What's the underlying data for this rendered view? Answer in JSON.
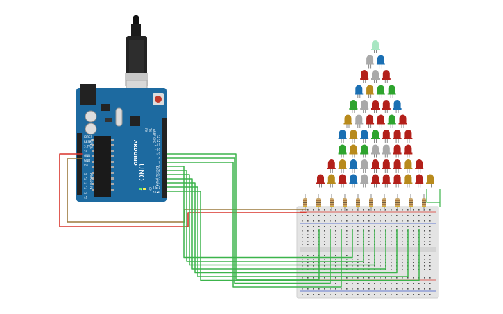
{
  "arduino": {
    "brand": "ARDUINO",
    "model": "UNO",
    "digital_label": "DIGITAL (PWM~)",
    "power_label": "POWER",
    "analog_label": "ANALOG IN",
    "aref_label": "AREF",
    "gnd_label": "GND",
    "tx_label": "TX",
    "rx_label": "RX",
    "on_label": "ON",
    "l_label": "L",
    "power_pins": [
      "IOREF",
      "RESET",
      "3.3V",
      "5V",
      "GND",
      "GND",
      "Vin"
    ],
    "analog_pins": [
      "A0",
      "A1",
      "A2",
      "A3",
      "A4",
      "A5"
    ],
    "digital_pins": [
      "13",
      "12",
      "~11",
      "~10",
      "~9",
      "8",
      "7",
      "~6",
      "~5",
      "4",
      "~3",
      "2",
      "TX►1",
      "RX◄0"
    ]
  },
  "colors": {
    "board": "#1d6aa0",
    "wire_green": "#3cb44b",
    "wire_red": "#d9342b",
    "wire_brown": "#9b7a3d",
    "led_red": "#b3201a",
    "led_green": "#2ea42e",
    "led_blue": "#1a6fb3",
    "led_yellow": "#b88a1c",
    "led_gray": "#a9a9a9",
    "led_mint": "#a8e6c2",
    "breadboard": "#e4e4e4"
  }
}
